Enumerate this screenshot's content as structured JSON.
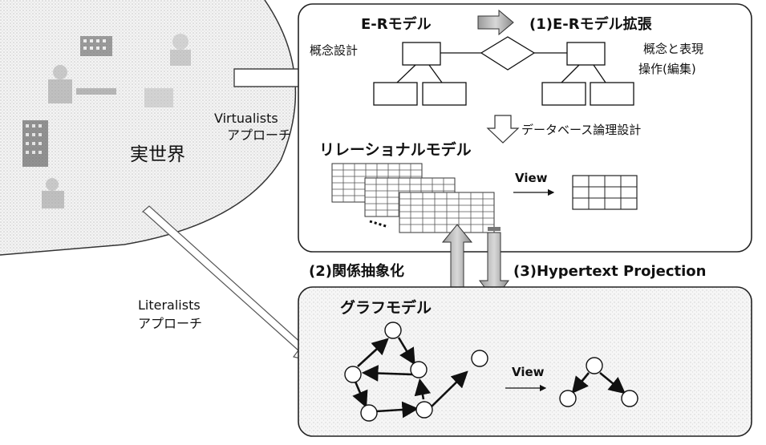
{
  "real_world": {
    "label": "実世界"
  },
  "approaches": {
    "virtualists_line1": "Virtualists",
    "virtualists_line2": "アプローチ",
    "literalists_line1": "Literalists",
    "literalists_line2": "アプローチ"
  },
  "er_panel": {
    "title": "E-Rモデル",
    "extension_label": "(1)E-Rモデル拡張",
    "concept_design": "概念設計",
    "right_note_line1": "概念と表現",
    "right_note_line2": "操作(編集)",
    "db_logical_design": "データベース論理設計",
    "relational_model": "リレーショナルモデル",
    "view_label": "View"
  },
  "middle": {
    "relation_abstraction": "(2)関係抽象化",
    "hypertext_projection": "(3)Hypertext Projection"
  },
  "graph_panel": {
    "title": "グラフモデル",
    "view_label": "View"
  },
  "colors": {
    "panel_border": "#222222",
    "graph_panel_fill": "#eeeeee",
    "arrow_fill": "#d9d9d9",
    "worldview_fill": "#cfcfcf"
  }
}
